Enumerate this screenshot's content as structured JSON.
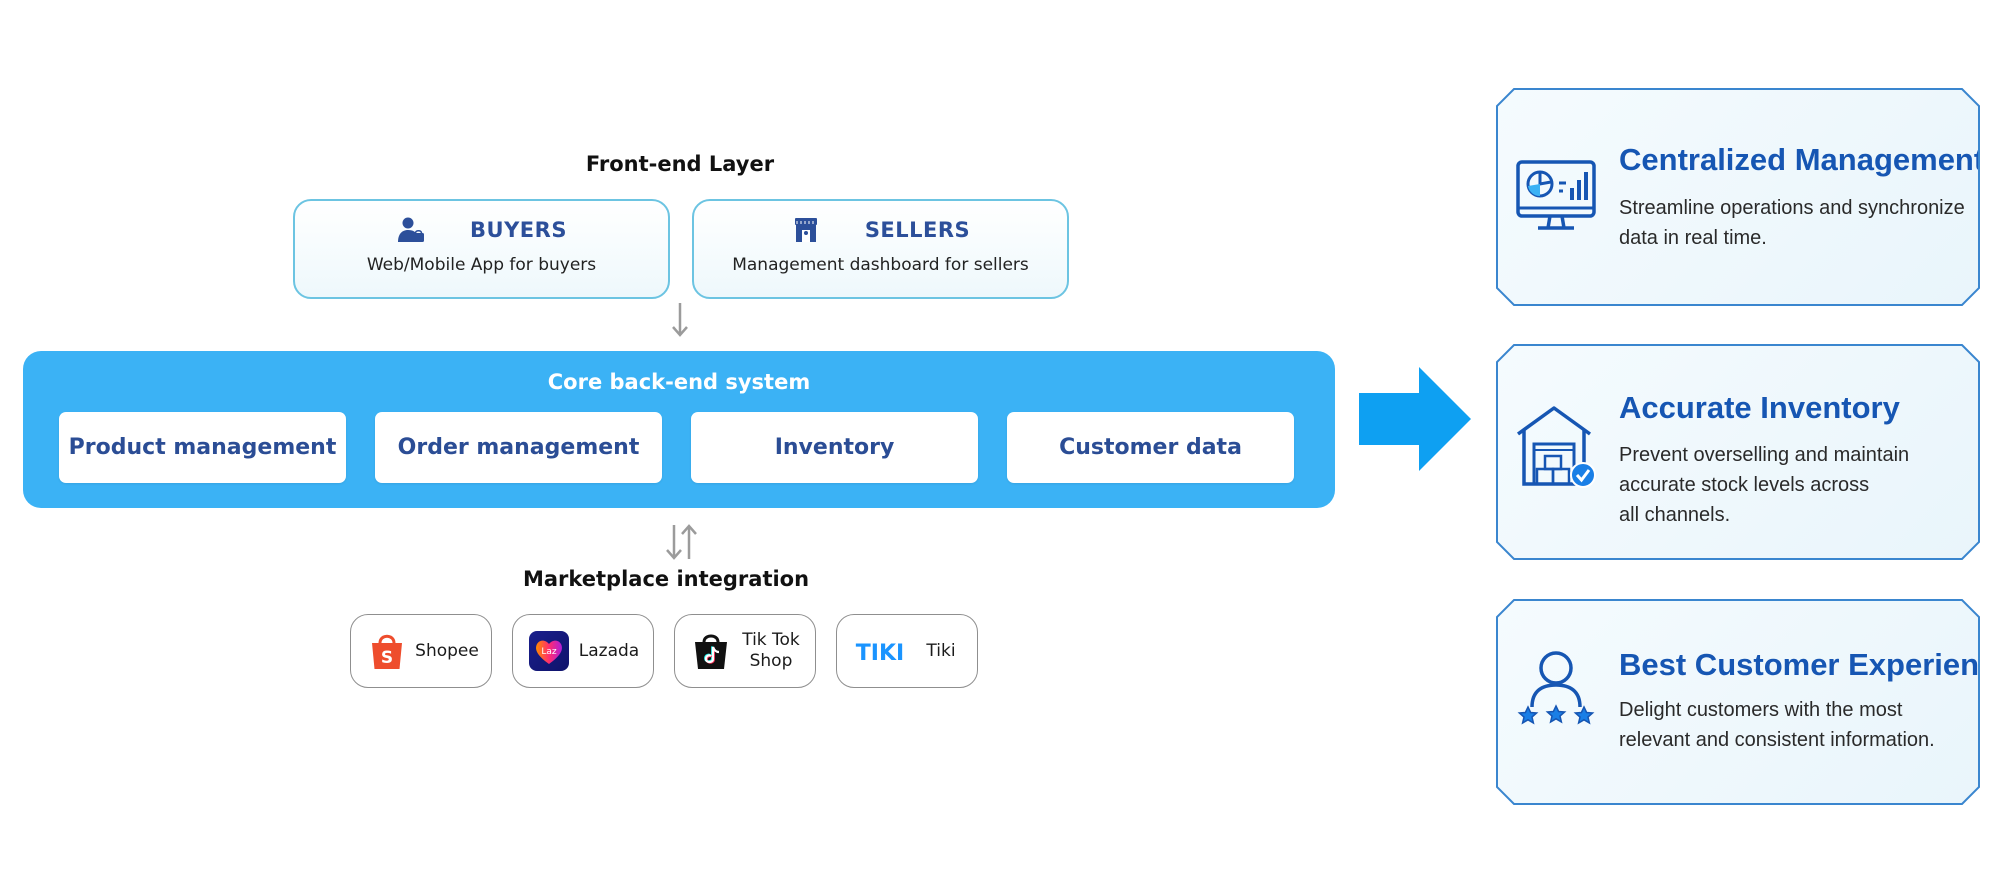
{
  "frontend": {
    "title": "Front-end Layer",
    "buyers": {
      "title": "BUYERS",
      "subtitle": "Web/Mobile App for buyers",
      "icon": "buyer-user-icon"
    },
    "sellers": {
      "title": "SELLERS",
      "subtitle": "Management dashboard for sellers",
      "icon": "seller-store-icon"
    }
  },
  "core": {
    "title": "Core back-end system",
    "modules": [
      "Product management",
      "Order management",
      "Inventory",
      "Customer data"
    ]
  },
  "marketplace": {
    "title": "Marketplace integration",
    "items": [
      {
        "label": "Shopee",
        "icon": "shopee-logo"
      },
      {
        "label": "Lazada",
        "icon": "lazada-logo",
        "logo_text": "Laz"
      },
      {
        "label": "Tik Tok\nShop",
        "icon": "tiktok-shop-logo"
      },
      {
        "label": "Tiki",
        "icon": "tiki-logo",
        "logo_text": "TIKI"
      }
    ]
  },
  "benefits": [
    {
      "title": "Centralized Management",
      "description": "Streamline operations and synchronize\ndata in real time.",
      "icon": "dashboard-monitor-icon"
    },
    {
      "title": "Accurate Inventory",
      "description": "Prevent overselling and maintain\naccurate stock levels across\nall channels.",
      "icon": "warehouse-check-icon"
    },
    {
      "title": "Best Customer Experience",
      "description": "Delight customers with the most\nrelevant and consistent information.",
      "icon": "customer-rating-icon"
    }
  ],
  "colors": {
    "core_blue": "#3bb2f5",
    "arrow_blue": "#0ea0f2",
    "module_text": "#2b4d95",
    "benefit_title": "#1656b3",
    "frontend_border": "#6cc4e2"
  }
}
